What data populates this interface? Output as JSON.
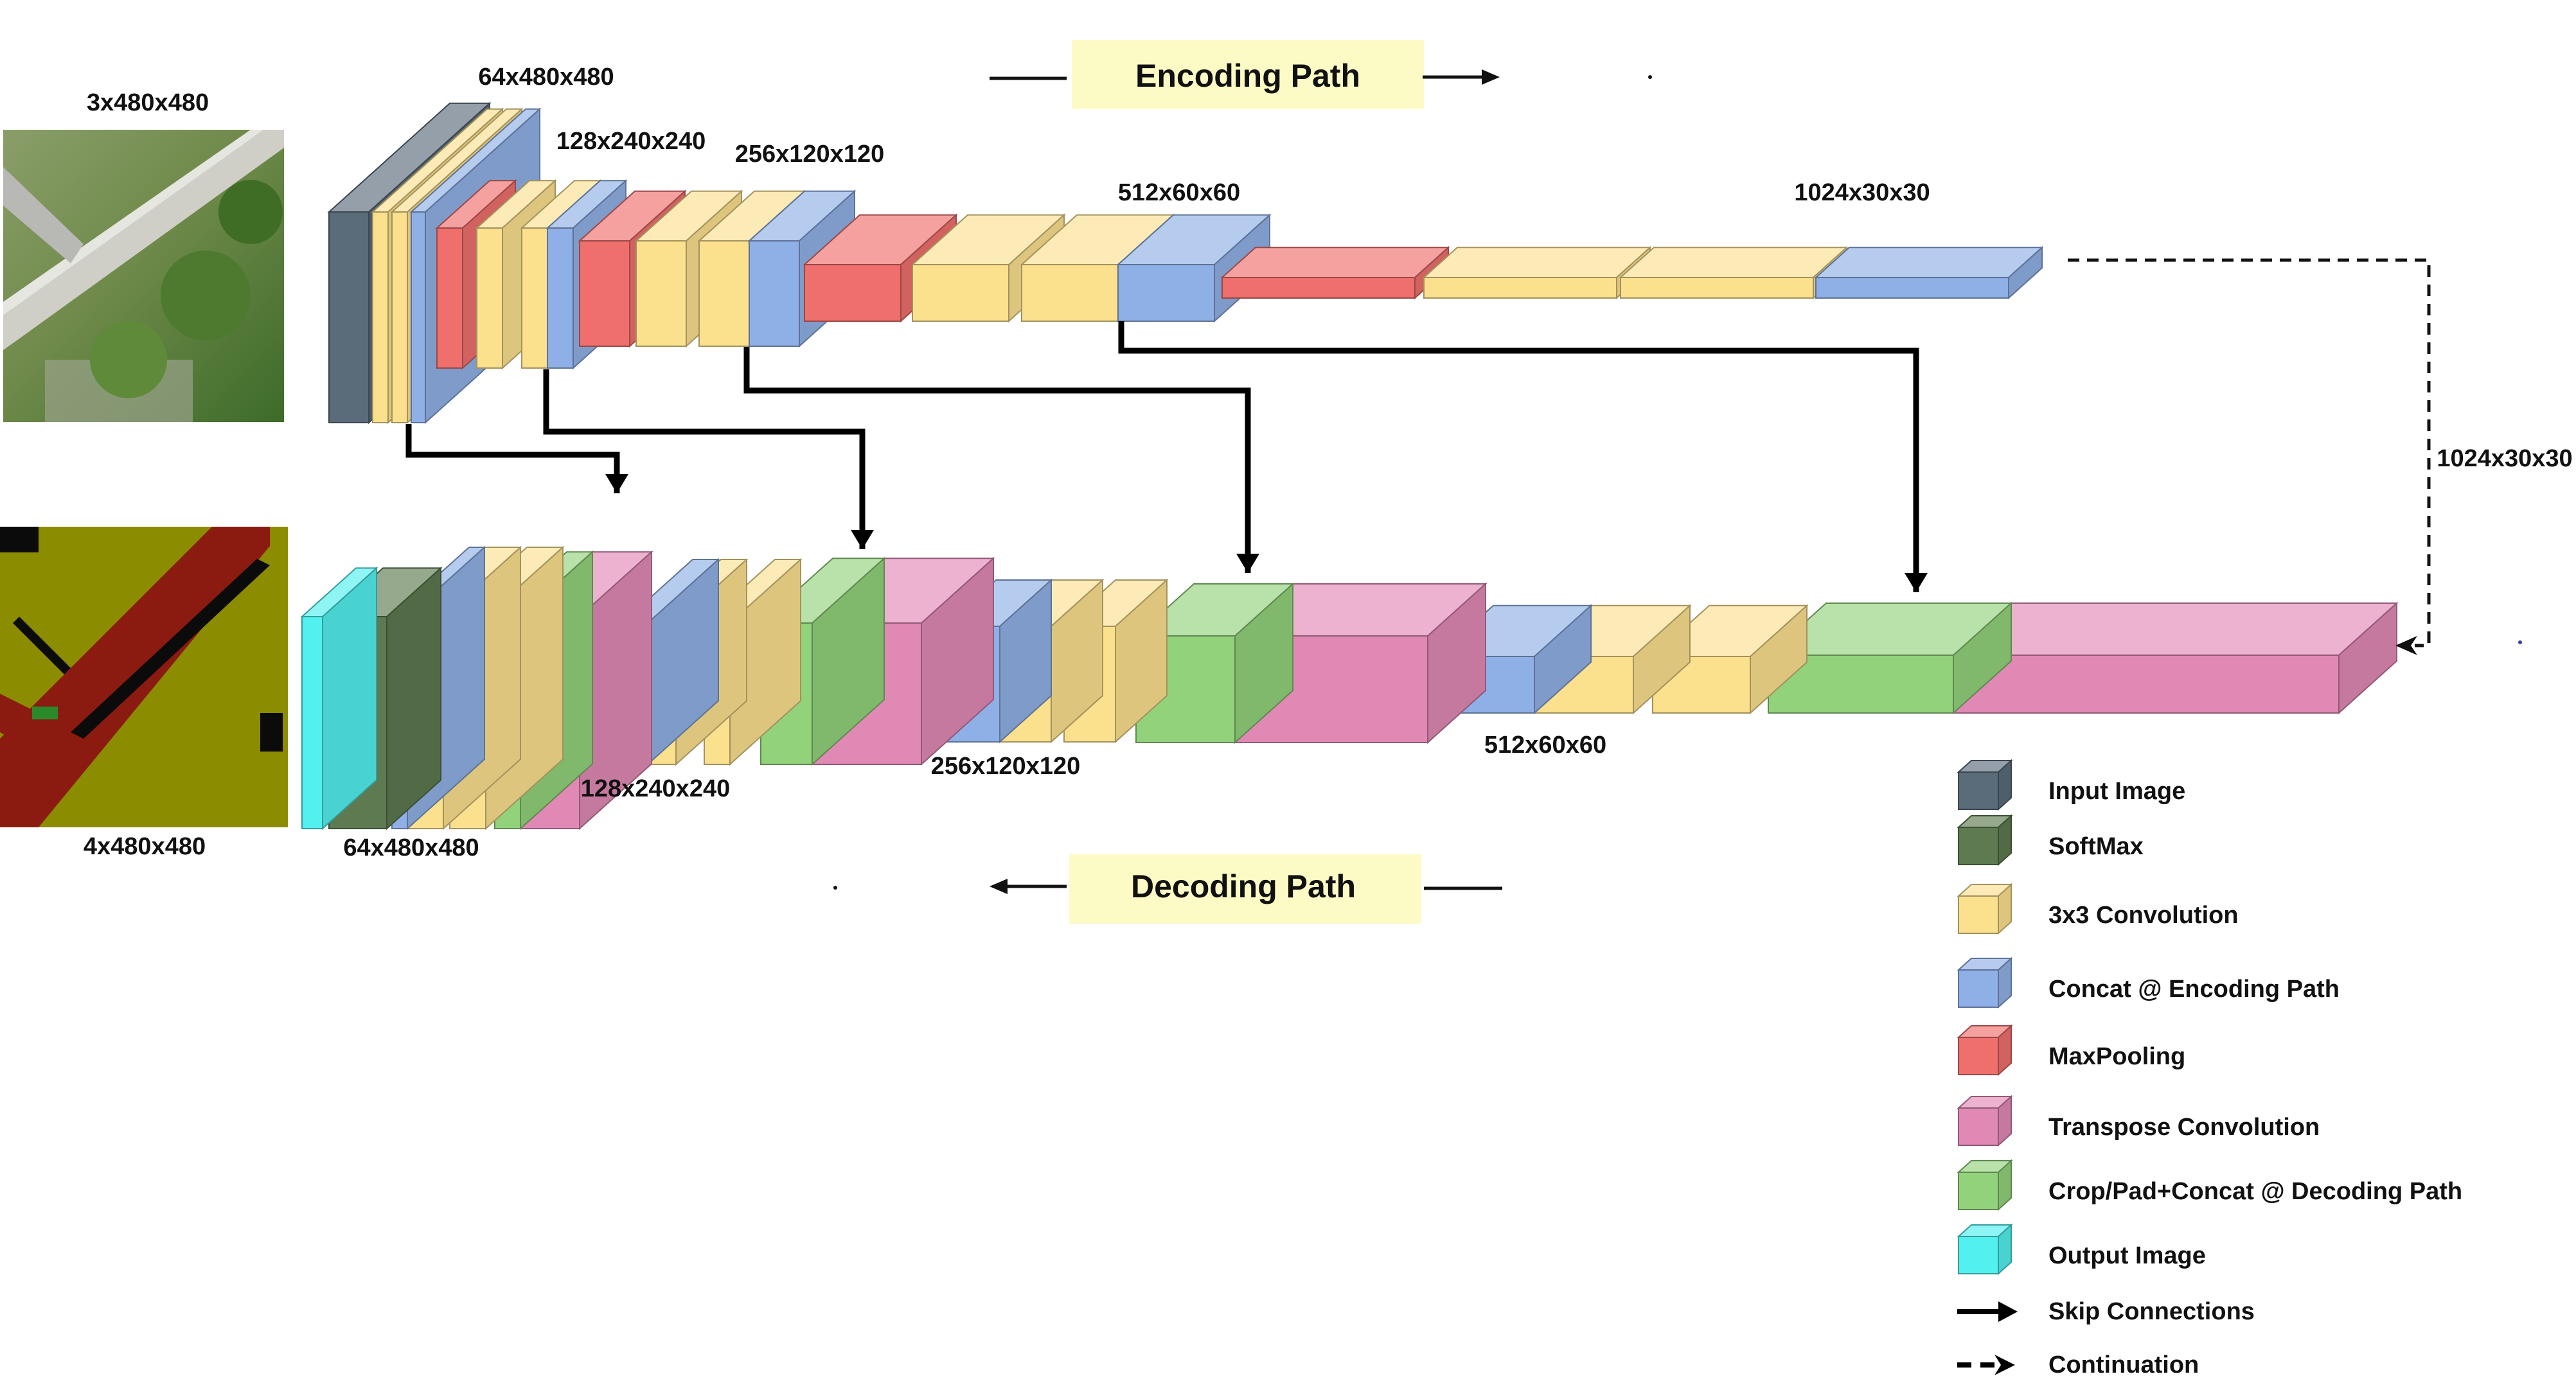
{
  "colors": {
    "input": "#5a6b7a",
    "softmax": "#5d7a50",
    "conv": "#fbe08e",
    "concat_enc": "#8fb0e6",
    "maxpool": "#ee6f6c",
    "transpose": "#e189b5",
    "concat_dec": "#92d27b",
    "output": "#52f0ee"
  },
  "labels": {
    "input_dim": "3x480x480",
    "output_dim": "4x480x480",
    "enc_64": "64x480x480",
    "enc_128": "128x240x240",
    "enc_256": "256x120x120",
    "enc_512": "512x60x60",
    "enc_1024": "1024x30x30",
    "bridge_1024": "1024x30x30",
    "dec_64": "64x480x480",
    "dec_128": "128x240x240",
    "dec_256": "256x120x120",
    "dec_512": "512x60x60"
  },
  "paths": {
    "encoding": "Encoding Path",
    "decoding": "Decoding Path"
  },
  "legend": [
    {
      "key": "input",
      "label": "Input Image",
      "icon": "cube-icon"
    },
    {
      "key": "softmax",
      "label": "SoftMax",
      "icon": "cube-icon"
    },
    {
      "key": "conv",
      "label": "3x3 Convolution",
      "icon": "cube-icon"
    },
    {
      "key": "concat_enc",
      "label": "Concat @ Encoding Path",
      "icon": "cube-icon"
    },
    {
      "key": "maxpool",
      "label": "MaxPooling",
      "icon": "cube-icon"
    },
    {
      "key": "transpose",
      "label": "Transpose Convolution",
      "icon": "cube-icon"
    },
    {
      "key": "concat_dec",
      "label": "Crop/Pad+Concat @ Decoding Path",
      "icon": "cube-icon"
    },
    {
      "key": "output",
      "label": "Output Image",
      "icon": "cube-icon"
    },
    {
      "key": "skip",
      "label": "Skip Connections",
      "icon": "solid-arrow-icon"
    },
    {
      "key": "continuation",
      "label": "Continuation",
      "icon": "dashed-arrow-icon"
    }
  ]
}
